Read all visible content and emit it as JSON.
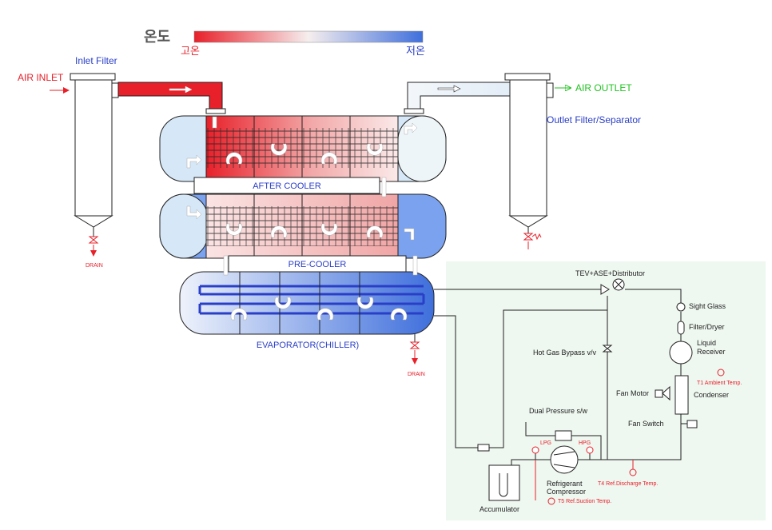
{
  "legend": {
    "title": "온도",
    "high": "고온",
    "low": "저온"
  },
  "air": {
    "inlet": "AIR INLET",
    "outlet": "AIR OUTLET",
    "inlet_filter": "Inlet Filter",
    "outlet_filter": "Outlet Filter/Separator",
    "drain_left": "DRAIN",
    "drain_evap": "DRAIN"
  },
  "exchangers": {
    "after_cooler": "AFTER COOLER",
    "pre_cooler": "PRE-COOLER",
    "evaporator": "EVAPORATOR(CHILLER)"
  },
  "refrigeration": {
    "tev": "TEV+ASE+Distributor",
    "sight_glass": "Sight Glass",
    "filter_dryer": "Filter/Dryer",
    "liquid_receiver_1": "Liquid",
    "liquid_receiver_2": "Receiver",
    "t1": "T1 Ambient Temp.",
    "fan_motor": "Fan Motor",
    "condenser": "Condenser",
    "fan_switch": "Fan Switch",
    "hot_gas_bypass": "Hot Gas Bypass v/v",
    "dual_pressure": "Dual Pressure s/w",
    "lpg": "LPG",
    "hpg": "HPG",
    "compressor_1": "Refrigerant",
    "compressor_2": "Compressor",
    "t4": "T4 Ref.Discharge Temp.",
    "t5": "T5 Ref.Suction Temp.",
    "accumulator": "Accumulator"
  },
  "colors": {
    "hot": "#e8202a",
    "cold": "#3f6fdc",
    "label_blue": "#2a3fc7",
    "label_red": "#e8202a",
    "label_green": "#1fc21f",
    "panel_bg": "#eef7f0"
  }
}
